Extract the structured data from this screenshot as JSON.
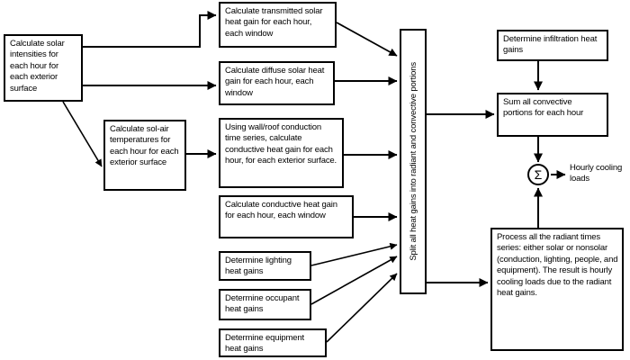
{
  "diagram": {
    "colors": {
      "line": "#000000",
      "background": "#ffffff",
      "text": "#000000"
    },
    "boxes": {
      "solar_intensities": {
        "label": "Calculate solar intensities for each hour for each exterior surface"
      },
      "transmitted_solar": {
        "label": "Calculate transmitted solar heat gain for each hour, each window"
      },
      "diffuse_solar": {
        "label": "Calculate diffuse solar heat gain for each hour, each window"
      },
      "sol_air": {
        "label": "Calculate sol-air temperatures for each hour for each exterior surface"
      },
      "wall_roof_conduction": {
        "label": "Using wall/roof conduction time series, calculate conductive heat gain for each hour, for each exterior surface."
      },
      "conductive_window": {
        "label": "Calculate conductive heat gain for each hour, each window"
      },
      "lighting": {
        "label": "Determine lighting heat gains"
      },
      "occupant": {
        "label": "Determine occupant heat gains"
      },
      "equipment": {
        "label": "Determine equipment heat gains"
      },
      "split": {
        "label": "Split all heat gains into radiant and convective portions"
      },
      "infiltration": {
        "label": "Determine infiltration heat gains"
      },
      "sum_convective": {
        "label": "Sum all convective portions for each hour"
      },
      "process_radiant": {
        "label": "Process all the radiant times series: either solar or nonsolar (conduction, lighting, people, and equipment). The result is hourly cooling loads due to the radiant heat gains."
      }
    },
    "summation": {
      "symbol": "Σ",
      "output_label": "Hourly cooling loads"
    }
  }
}
